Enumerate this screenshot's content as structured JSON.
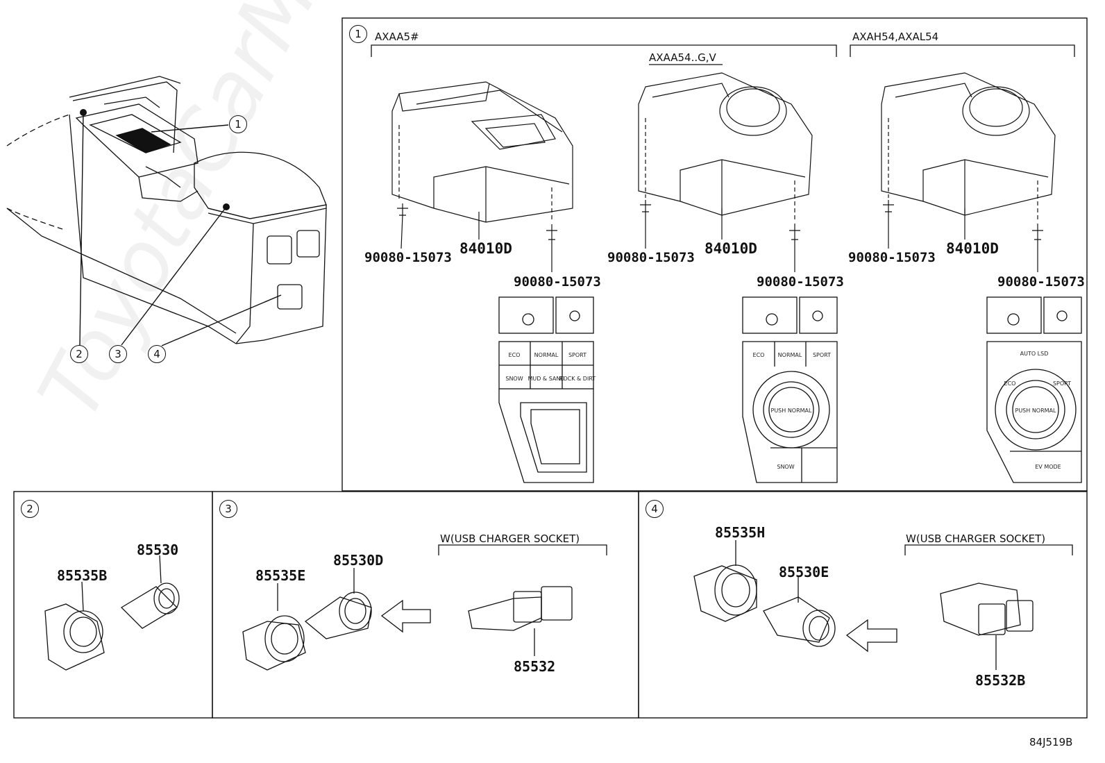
{
  "watermark": "ToyotaCarMine",
  "overview": {
    "callouts": [
      "1",
      "2",
      "3",
      "4"
    ]
  },
  "panel1": {
    "index": "1",
    "group_axaa5": "AXAA5#",
    "group_axaa54": "AXAA54..G,V",
    "group_axah": "AXAH54,AXAL54",
    "bolt_part": "90080-15073",
    "switch_part": "84010D",
    "left_switch_buttons": [
      "ECO",
      "NORMAL",
      "SPORT",
      "SNOW",
      "MUD & SAND",
      "ROCK & DIRT"
    ],
    "mid_switch_buttons": [
      "ECO",
      "NORMAL",
      "SPORT",
      "PUSH NORMAL",
      "SNOW"
    ],
    "right_switch_buttons": [
      "AUTO LSD",
      "ECO",
      "SPORT",
      "PUSH NORMAL",
      "EV MODE"
    ]
  },
  "panel2": {
    "index": "2",
    "socket_part": "85535B",
    "lighter_part": "85530"
  },
  "panel3": {
    "index": "3",
    "socket_part": "85535E",
    "lighter_part": "85530D",
    "usb_title": "W(USB CHARGER SOCKET)",
    "usb_part": "85532"
  },
  "panel4": {
    "index": "4",
    "socket_part": "85535H",
    "lighter_part": "85530E",
    "usb_title": "W(USB CHARGER SOCKET)",
    "usb_part": "85532B"
  },
  "diagram_code": "84J519B"
}
